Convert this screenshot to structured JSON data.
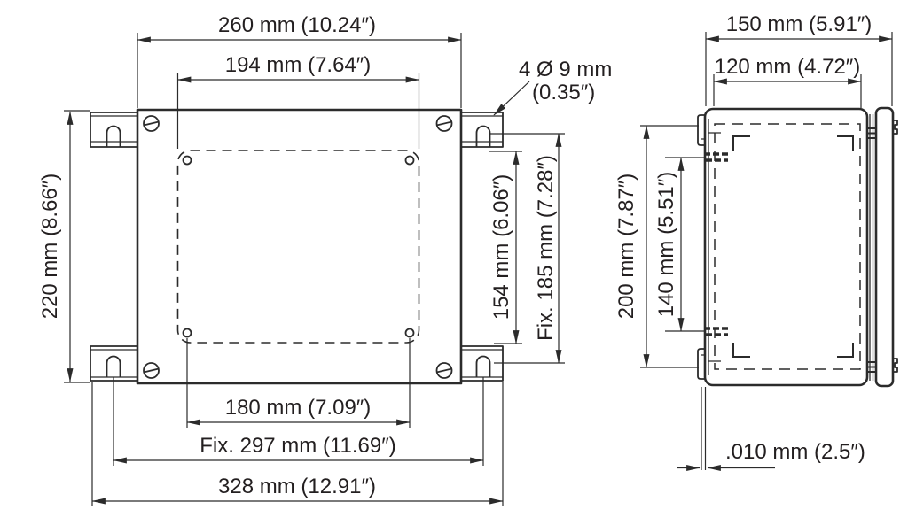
{
  "drawing": {
    "title": "Enclosure dimensional drawing, front and side views",
    "units": "mm (inches)",
    "colors": {
      "line": "#2b2b2b",
      "text": "#231f20",
      "background": "#ffffff"
    },
    "front": {
      "width_outer": "260 mm (10.24″)",
      "width_holes_top": "194 mm (7.64″)",
      "height_outer": "220 mm (8.66″)",
      "height_bracket_inner": "154 mm (6.06″)",
      "height_fix": "Fix. 185 mm (7.28″)",
      "width_holes_bottom": "180 mm (7.09″)",
      "width_fix": "Fix. 297 mm (11.69″)",
      "width_total": "328 mm (12.91″)",
      "hole_note_line1": "4 Ø 9 mm",
      "hole_note_line2": "(0.35″)"
    },
    "side": {
      "depth_outer": "150 mm (5.91″)",
      "depth_body": "120 mm (4.72″)",
      "height_outer": "200 mm (7.87″)",
      "height_screws": "140 mm (5.51″)",
      "gap": ".010 mm (2.5″)"
    }
  }
}
